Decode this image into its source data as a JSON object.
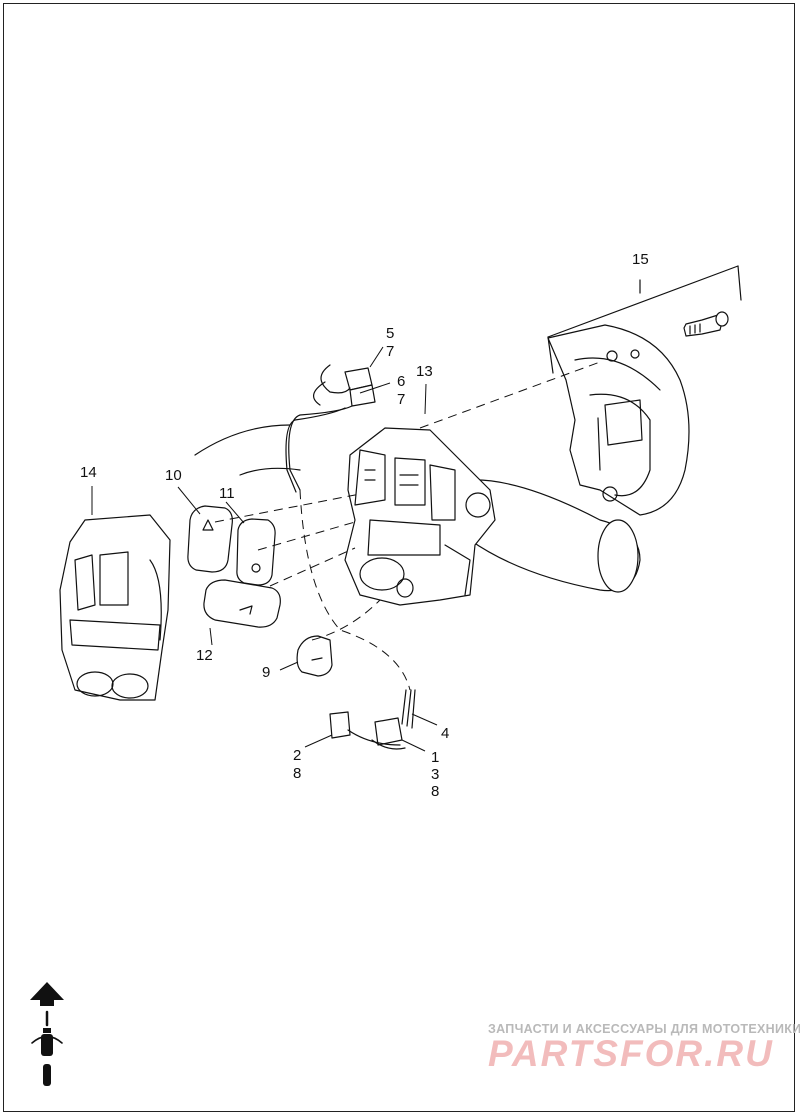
{
  "callouts": {
    "c1": "1",
    "c2": "2",
    "c3": "3",
    "c4": "4",
    "c5": "5",
    "c6": "6",
    "c7a": "7",
    "c7b": "7",
    "c8a": "8",
    "c8b": "8",
    "c9": "9",
    "c10": "10",
    "c11": "11",
    "c12": "12",
    "c13": "13",
    "c14": "14",
    "c15": "15"
  },
  "watermark": {
    "tagline": "ЗАПЧАСТИ И АКСЕССУАРЫ ДЛЯ МОТОТЕХНИКИ",
    "brand": "PARTSFOR.RU"
  },
  "icons": {
    "front-direction": "arrow-up-icon",
    "motorcycle": "motorcycle-front-icon"
  },
  "colors": {
    "line": "#111111",
    "watermark_red": "#f2bcbc",
    "watermark_gray": "#b9b9b9"
  }
}
